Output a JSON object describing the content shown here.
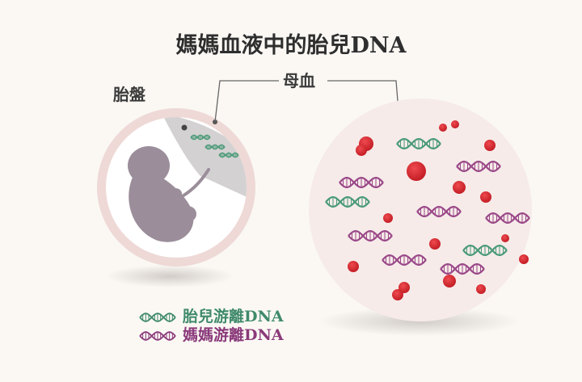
{
  "title": "媽媽血液中的胎兒DNA",
  "labels": {
    "placenta": "胎盤",
    "maternal_blood": "母血"
  },
  "legend": [
    {
      "label": "胎兒游離DNA",
      "color": "#3f8a6a",
      "icon": "dna-helix-icon"
    },
    {
      "label": "媽媽游離DNA",
      "color": "#8a3a7a",
      "icon": "dna-helix-icon"
    }
  ],
  "colors": {
    "fetal_dna": "#4a9a78",
    "maternal_dna": "#9a4888",
    "red_blood_cell": "#d9282f",
    "fetus": "#9b8e9a",
    "ring": "#eed9d6",
    "blood_fill": "#f6ebe9"
  }
}
